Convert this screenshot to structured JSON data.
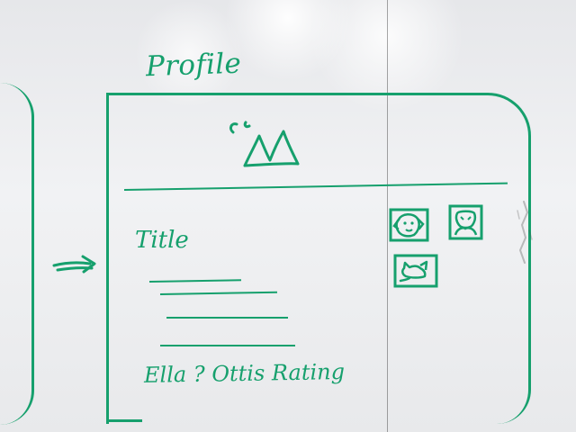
{
  "whiteboard": {
    "heading": "Profile"
  },
  "profile_card": {
    "title": "Title",
    "ratings_label": "Ella ? Ottis Rating"
  },
  "icons": {
    "arrow": "arrow-right-icon",
    "logo": "logo-icon",
    "photo_1": "dog-photo-icon",
    "photo_2": "portrait-photo-icon",
    "photo_3": "dog-photo-icon"
  },
  "colors": {
    "marker": "#16a06d",
    "board": "#eceef0"
  }
}
